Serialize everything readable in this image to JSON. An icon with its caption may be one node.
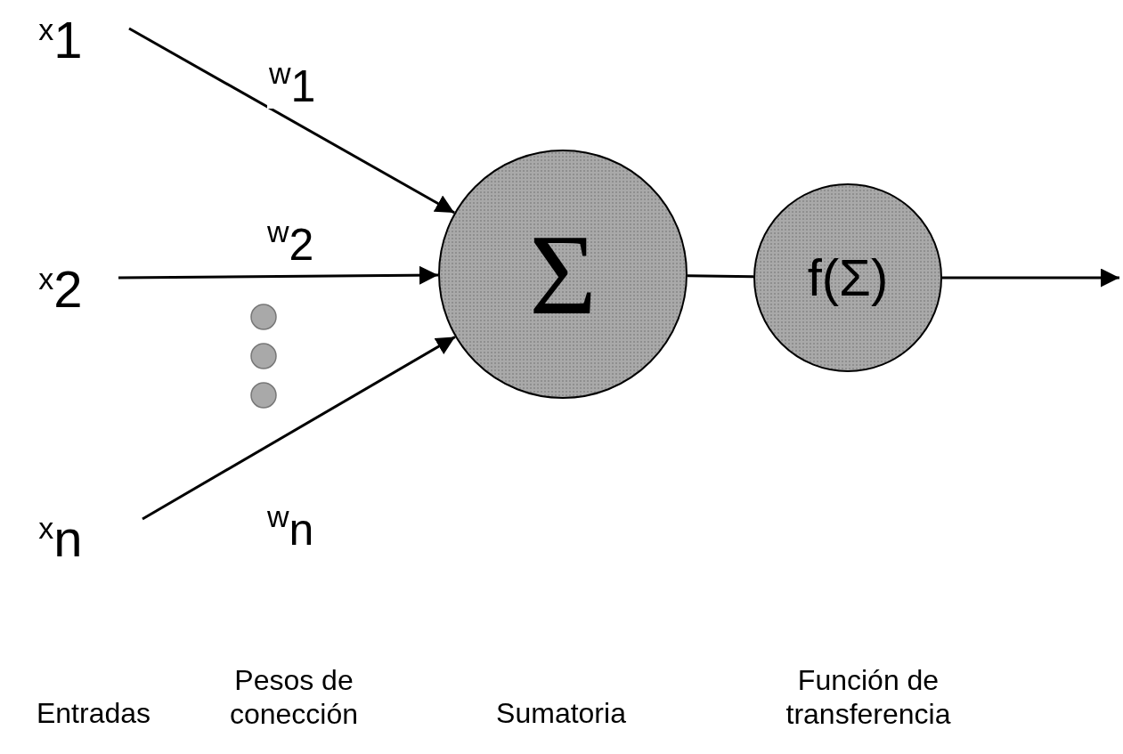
{
  "diagram": {
    "nodes": [
      {
        "text": [
          "x$_{1}$"
        ]
      },
      {
        "text": [
          "x$_{2}$"
        ]
      },
      {
        "text": [
          "x$_{n}$"
        ]
      },
      {
        "text": [
          "Σ"
        ]
      },
      {
        "text": [
          "f(Σ)"
        ]
      }
    ],
    "edges": [
      {
        "from": 0,
        "to": 3,
        "arrow": "to",
        "label": "w$_{1}$"
      },
      {
        "from": 1,
        "to": 3,
        "arrow": "to",
        "label": "w$_{2}$"
      },
      {
        "from": 2,
        "to": 3,
        "arrow": "to",
        "label": "w$_{n}$"
      },
      {
        "from": 3,
        "to": 4,
        "arrow": "none"
      },
      {
        "from": 4,
        "to": null,
        "arrow": "to"
      }
    ],
    "labels": [
      "Entradas",
      "Pesos de conección",
      "Sumatoria",
      "Función de transferencia"
    ]
  }
}
